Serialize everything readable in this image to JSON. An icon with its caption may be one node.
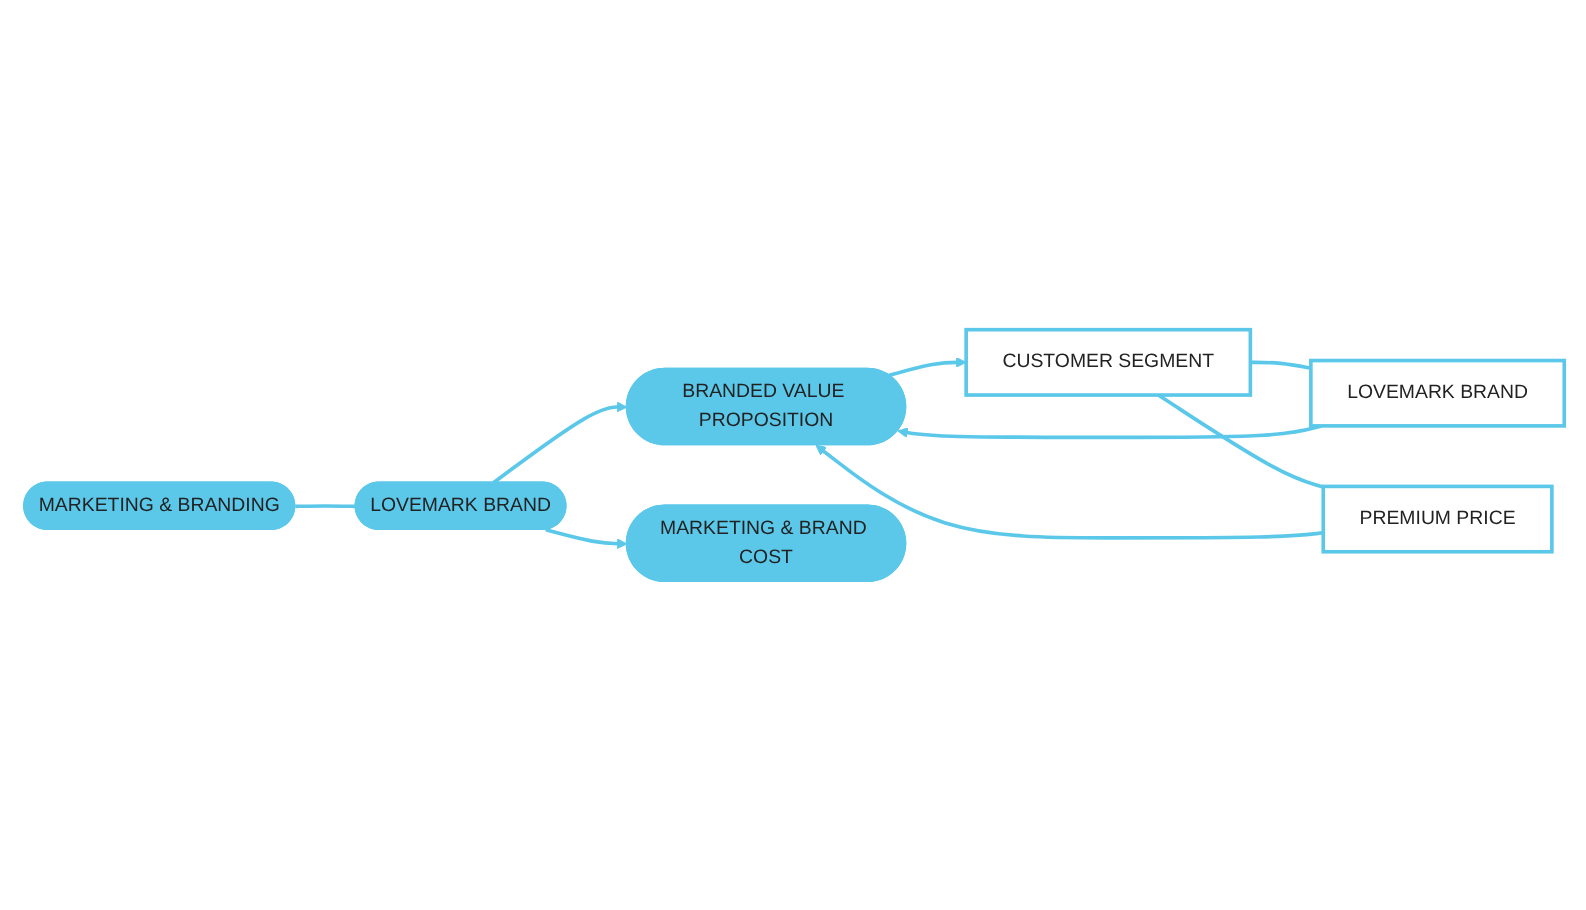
{
  "diagram": {
    "nodes": [
      {
        "text": [
          "MARKETING & BRANDING"
        ]
      },
      {
        "text": [
          "LOVEMARK BRAND"
        ]
      },
      {
        "text": [
          "BRANDED VALUE PROPOSITION"
        ]
      },
      {
        "text": [
          "CUSTOMER SEGMENT"
        ]
      },
      {
        "text": [
          "LOVEMARK BRAND"
        ]
      },
      {
        "text": [
          "MARKETING & BRAND COST"
        ]
      },
      {
        "text": [
          "PREMIUM PRICE"
        ]
      }
    ],
    "edges": [
      {
        "from": 0,
        "to": 4,
        "arrow": "none"
      },
      {
        "from": 1,
        "to": 2,
        "arrow": "to"
      },
      {
        "from": 2,
        "to": 3,
        "arrow": "to"
      },
      {
        "from": 3,
        "to": 1,
        "arrow": "none"
      },
      {
        "from": 4,
        "to": 2,
        "arrow": "to"
      },
      {
        "from": 4,
        "to": 5,
        "arrow": "to"
      },
      {
        "from": 6,
        "to": 2,
        "arrow": "to"
      },
      {
        "from": 3,
        "to": 6,
        "arrow": "none"
      }
    ]
  }
}
